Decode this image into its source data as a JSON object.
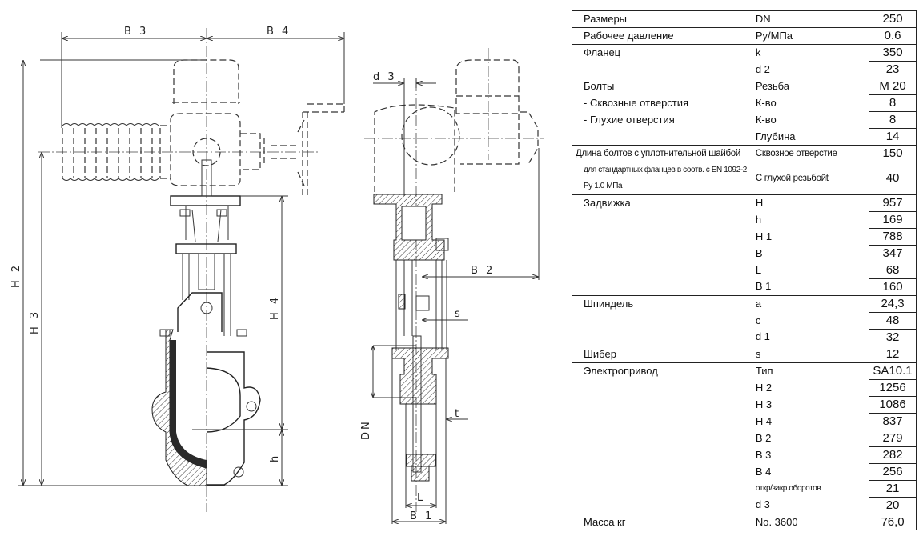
{
  "drawing": {
    "labels": {
      "B3": "B 3",
      "B4": "B 4",
      "H2": "H 2",
      "H3": "H 3",
      "H4": "H 4",
      "h": "h",
      "d3": "d 3",
      "B2": "B 2",
      "s": "s",
      "t": "t",
      "DN": "DN",
      "L": "L",
      "B1": "B 1"
    }
  },
  "table": {
    "rows": [
      {
        "c1": "Размеры",
        "c2": "DN",
        "c3": "250"
      },
      {
        "c1": "Рабочее давление",
        "c2": "Py/МПа",
        "c3": "0.6"
      },
      {
        "c1": "Фланец",
        "c2": "k",
        "c3": "350"
      },
      {
        "c1": "",
        "c2": "d 2",
        "c3": "23"
      },
      {
        "c1": "Болты",
        "c2": "Резьба",
        "c3": "M 20"
      },
      {
        "c1": " - Сквозные отверстия",
        "c2": "К-во",
        "c3": "8"
      },
      {
        "c1": "- Глухие отверстия",
        "c2": "К-во",
        "c3": "8"
      },
      {
        "c1": "",
        "c2": "Глубина",
        "c3": "14"
      },
      {
        "c1": "Длина болтов с уплотнительной шайбой",
        "c2": "Сквозное отверстие",
        "c3": "150"
      },
      {
        "c1": "для стандартных фланцев в соотв. с EN 1092-2 Py 1.0 МПа",
        "c2": "С глухой резьбойt",
        "c3": "40"
      },
      {
        "c1": "Задвижка",
        "c2": "H",
        "c3": "957"
      },
      {
        "c1": "",
        "c2": "h",
        "c3": "169"
      },
      {
        "c1": "",
        "c2": "H 1",
        "c3": "788"
      },
      {
        "c1": "",
        "c2": "B",
        "c3": "347"
      },
      {
        "c1": "",
        "c2": "L",
        "c3": "68"
      },
      {
        "c1": "",
        "c2": "B 1",
        "c3": "160"
      },
      {
        "c1": "Шпиндель",
        "c2": "a",
        "c3": "24,3"
      },
      {
        "c1": "",
        "c2": "c",
        "c3": "48"
      },
      {
        "c1": "",
        "c2": "d 1",
        "c3": "32"
      },
      {
        "c1": "Шибер",
        "c2": "s",
        "c3": "12"
      },
      {
        "c1": "Электропривод",
        "c2": "Тип",
        "c3": "SA10.1"
      },
      {
        "c1": "",
        "c2": "H 2",
        "c3": "1256"
      },
      {
        "c1": "",
        "c2": "H 3",
        "c3": "1086"
      },
      {
        "c1": "",
        "c2": "H 4",
        "c3": "837"
      },
      {
        "c1": "",
        "c2": "B 2",
        "c3": "279"
      },
      {
        "c1": "",
        "c2": "B 3",
        "c3": "282"
      },
      {
        "c1": "",
        "c2": "B 4",
        "c3": "256"
      },
      {
        "c1": "",
        "c2": "откр/закр.оборотов",
        "c3": "21"
      },
      {
        "c1": "",
        "c2": "d 3",
        "c3": "20"
      },
      {
        "c1": "Масса кг",
        "c2": "No. 3600",
        "c3": "76,0"
      }
    ]
  }
}
